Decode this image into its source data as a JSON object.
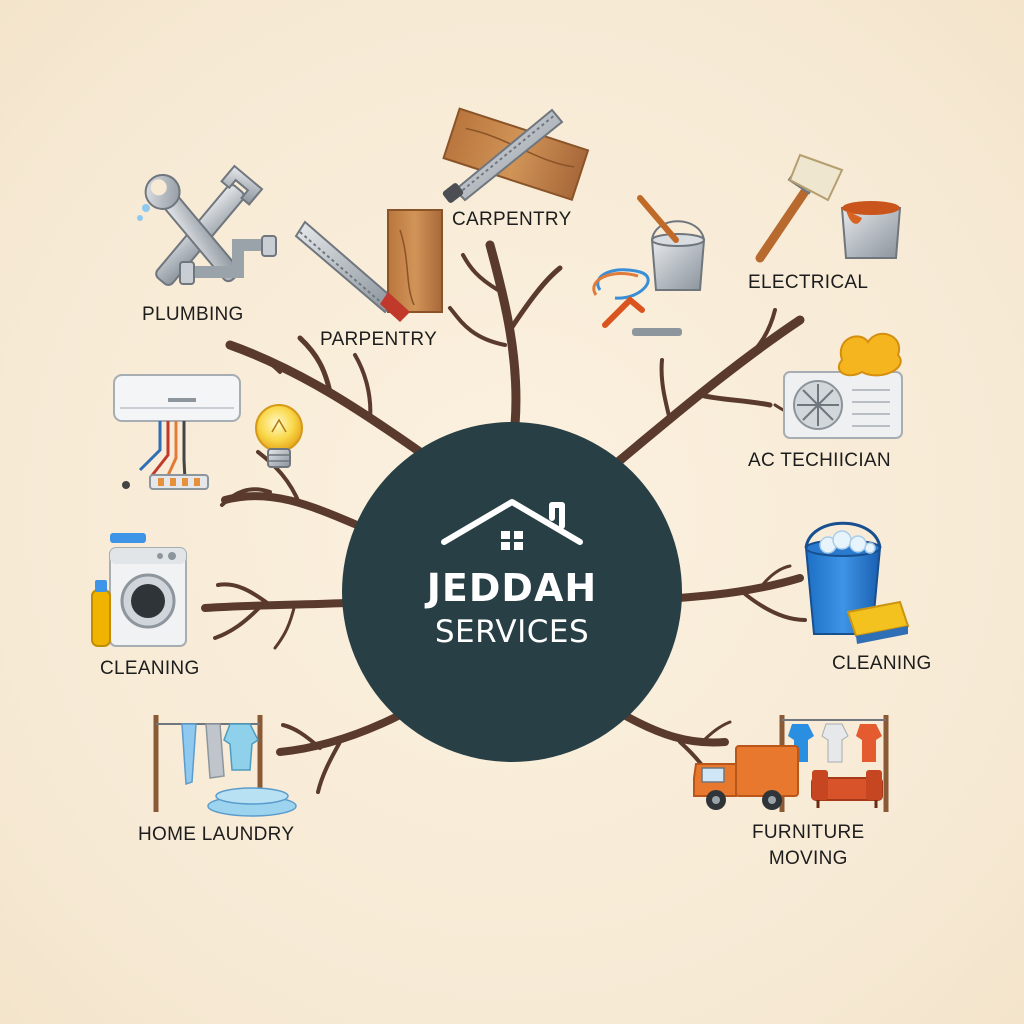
{
  "hub": {
    "title": "JEDDAH",
    "subtitle": "SERVICES",
    "color": "#273f45",
    "icon": "house-icon"
  },
  "services": [
    {
      "id": "plumbing",
      "label": "PLUMBING",
      "icon": "wrench-pipe-icon"
    },
    {
      "id": "parpentry",
      "label": "PARPENTRY",
      "icon": "saw-plank-icon"
    },
    {
      "id": "carpentry",
      "label": "CARPENTRY",
      "icon": "handsaw-board-icon"
    },
    {
      "id": "painting-tools",
      "label": "",
      "icon": "paint-bucket-cable-icon"
    },
    {
      "id": "electrical",
      "label": "ELECTRICAL",
      "icon": "paintbrush-can-icon"
    },
    {
      "id": "ac-technician",
      "label": "AC TECHIICIAN",
      "icon": "ac-outdoor-unit-icon"
    },
    {
      "id": "ac-wiring",
      "label": "",
      "icon": "ac-indoor-unit-wires-icon"
    },
    {
      "id": "lighting",
      "label": "",
      "icon": "lightbulb-icon"
    },
    {
      "id": "cleaning-left",
      "label": "CLEANING",
      "icon": "washing-machine-icon"
    },
    {
      "id": "cleaning-right",
      "label": "CLEANING",
      "icon": "bucket-sponge-icon"
    },
    {
      "id": "home-laundry",
      "label": "HOME LAUNDRY",
      "icon": "clothesline-icon"
    },
    {
      "id": "furniture-moving",
      "label": "FURNITURE\nMOVING",
      "icon": "truck-furniture-icon"
    }
  ],
  "colors": {
    "background": "#f8ecd8",
    "branch": "#5a3a2c",
    "hub": "#273f45",
    "text": "#1d1d1d"
  }
}
